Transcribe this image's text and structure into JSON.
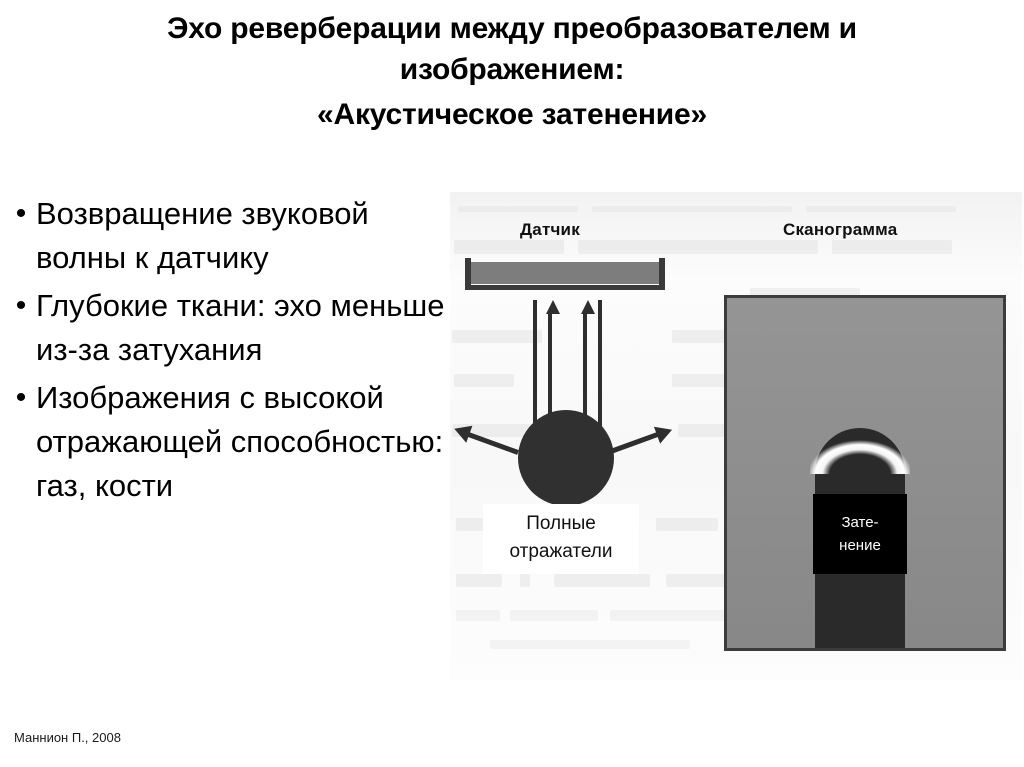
{
  "slide": {
    "title_lines": [
      "Эхо реверберации между преобразователем и",
      "изображением:",
      "«Акустическое затенение»"
    ],
    "bullets": [
      "Возвращение звуковой волны  к датчику",
      "Глубокие ткани: эхо меньше из-за затухания",
      "Изображения с высокой отражающей способностью: газ, кости"
    ],
    "bullet_marker": "•",
    "footer": "Маннион П., 2008"
  },
  "figure": {
    "transducer_label": "Датчик",
    "scanogram_label": "Сканограмма",
    "reflector_label_lines": [
      "Полные",
      "отражатели"
    ],
    "shadow_label_lines": [
      "Зате-",
      "нение"
    ],
    "colors": {
      "paper": "#fbfbfb",
      "transducer_fill": "#7d7d7d",
      "transducer_outline": "#3a3a3a",
      "arrow": "#2e2e2e",
      "reflector": "#303030",
      "scanogram_background": "#8f8f8f",
      "scanogram_border": "#3c3c3c",
      "shadow_column": "#2a2a2a",
      "bright_arc": "#ffffff",
      "annotation_box": "#000000",
      "annotation_text": "#ffffff"
    }
  }
}
